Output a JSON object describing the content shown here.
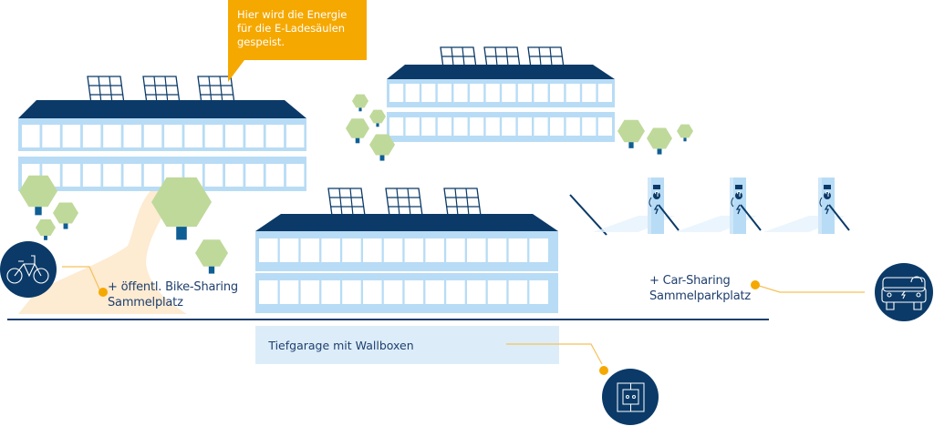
{
  "callout": {
    "lines": [
      "Hier wird die Energie",
      "für die E-Ladesäulen",
      "gespeist."
    ]
  },
  "labels": {
    "bike_sharing_line1": "+ öffentl.  Bike-Sharing",
    "bike_sharing_line2": "Sammelplatz",
    "car_sharing_line1": "+ Car-Sharing",
    "car_sharing_line2": "Sammelparkplatz",
    "garage": "Tiefgarage mit Wallboxen"
  },
  "icons": {
    "bike": "bicycle-icon",
    "car": "electric-car-icon",
    "wallbox": "wallbox-socket-icon",
    "charger": "charging-station-icon",
    "solar": "solar-panel-icon",
    "tree": "tree-icon"
  },
  "colors": {
    "navy": "#0b3a68",
    "light_blue": "#b8dcf5",
    "orange": "#f5a800",
    "green": "#bfd99a",
    "path_beige": "#fdebd2",
    "garage_blue": "#dcedf9"
  },
  "charging_stations": 3
}
